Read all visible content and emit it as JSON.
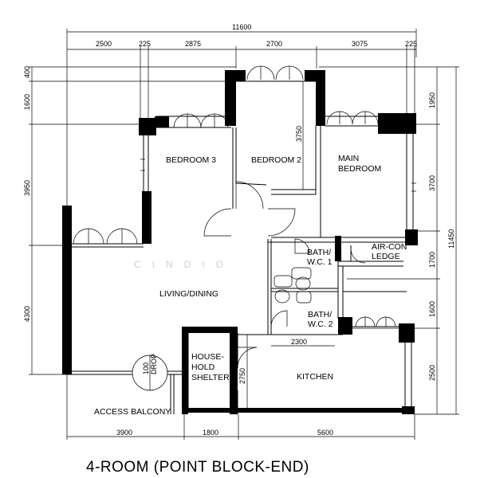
{
  "title": "4-ROOM (POINT BLOCK-END)",
  "watermark": "CINDIO",
  "rooms": {
    "bedroom3": "BEDROOM 3",
    "bedroom2": "BEDROOM 2",
    "main_bedroom_1": "MAIN",
    "main_bedroom_2": "BEDROOM",
    "living_dining": "LIVING/DINING",
    "bath1_a": "BATH/",
    "bath1_b": "W.C. 1",
    "bath2_a": "BATH/",
    "bath2_b": "W.C. 2",
    "aircon_a": "AIR-CON",
    "aircon_b": "LEDGE",
    "shelter_a": "HOUSE-",
    "shelter_b": "HOLD",
    "shelter_c": "SHELTER",
    "kitchen": "KITCHEN",
    "access_balcony": "ACCESS BALCONY",
    "door_drop_a": "100",
    "door_drop_b": "DROP"
  },
  "dimensions": {
    "top_total": "11600",
    "top_segments": [
      "2500",
      "225",
      "2875",
      "2700",
      "3075",
      "225"
    ],
    "left": [
      "400",
      "1600",
      "3950",
      "4300"
    ],
    "right": [
      "1950",
      "3700",
      "1700",
      "1600",
      "2500"
    ],
    "right_total": "11450",
    "bottom": [
      "3900",
      "1800",
      "5600"
    ],
    "interior_bedroom2": "3750",
    "interior_bath": "2300",
    "interior_shelter": "2750"
  }
}
